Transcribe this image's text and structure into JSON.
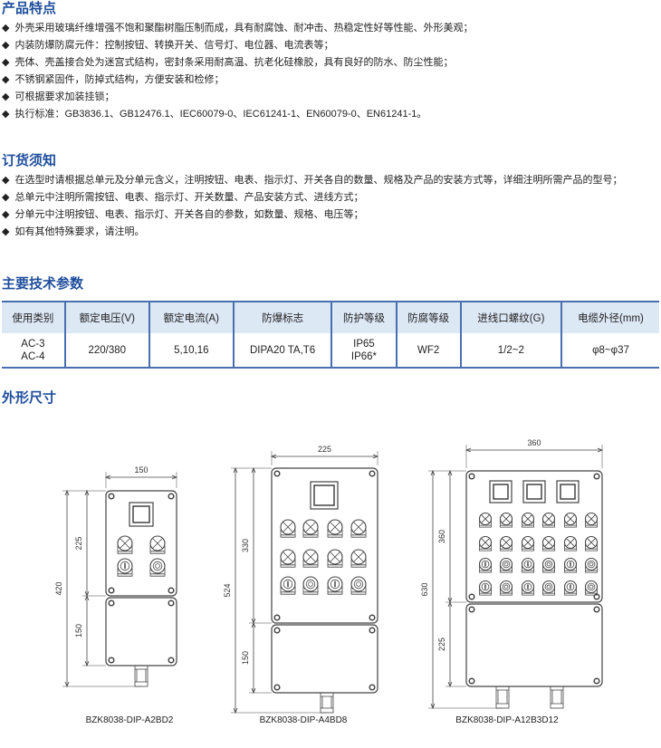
{
  "features": {
    "title": "产品特点",
    "items": [
      "外壳采用玻璃纤维增强不饱和聚酯树脂压制而成，具有耐腐蚀、耐冲击、热稳定性好等性能、外形美观；",
      "内装防爆防腐元件：控制按钮、转换开关、信号灯、电位器、电流表等；",
      "壳体、壳盖接合处为迷宫式结构，密封条采用耐高温、抗老化硅橡胶，具有良好的防水、防尘性能；",
      "不锈钢紧固件，防掉式结构，方便安装和检修；",
      "可根据要求加装挂锁；",
      "执行标准：GB3836.1、GB12476.1、IEC60079-0、IEC61241-1、EN60079-0、EN61241-1。"
    ]
  },
  "ordering": {
    "title": "订货须知",
    "items": [
      "在选型时请根据总单元及分单元含义，注明按钮、电表、指示灯、开关各自的数量、规格及产品的安装方式等，详细注明所需产品的型号；",
      "总单元中注明所需按钮、电表、指示灯、开关数量、产品安装方式、进线方式；",
      "分单元中注明按钮、电表、指示灯、开关各自的参数，如数量、规格、电压等；",
      "如有其他特殊要求，请注明。"
    ]
  },
  "specs": {
    "title": "主要技术参数",
    "headers": [
      "使用类别",
      "额定电压(V)",
      "额定电流(A)",
      "防爆标志",
      "防护等级",
      "防腐等级",
      "进线口螺纹(G)",
      "电缆外径(mm)"
    ],
    "row": [
      "AC-3\nAC-4",
      "220/380",
      "5,10,16",
      "DIPA20 TA,T6",
      "IP65\nIP66*",
      "WF2",
      "1/2~2",
      "φ8~φ37"
    ]
  },
  "dimensions": {
    "title": "外形尺寸",
    "drawings": [
      {
        "model": "BZK8038-DIP-A2BD2",
        "width": "150",
        "total": "420",
        "top": "225",
        "bottom": "150"
      },
      {
        "model": "BZK8038-DIP-A4BD8",
        "width": "225",
        "total": "524",
        "top": "330",
        "bottom": "150"
      },
      {
        "model": "BZK8038-DIP-A12B3D12",
        "width": "360",
        "total": "630",
        "top": "360",
        "bottom": "225"
      }
    ]
  }
}
